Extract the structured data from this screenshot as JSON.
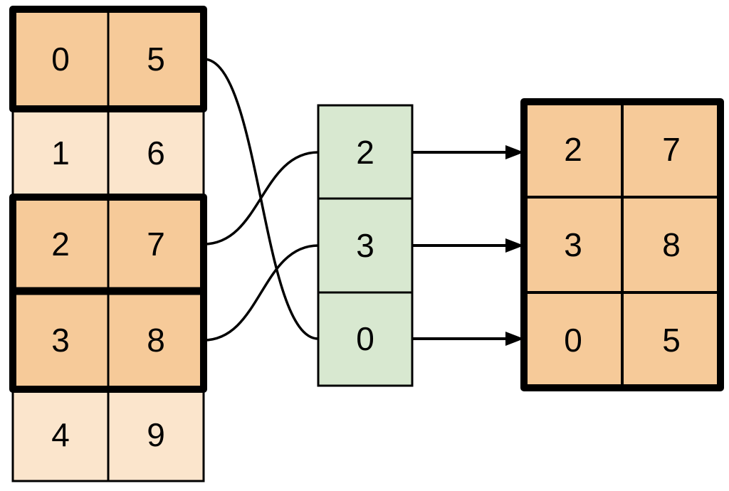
{
  "diagram": {
    "description": "Row gather / indexing operation: highlighted rows of a source table are selected by an index column and copied into an output table",
    "colors": {
      "highlight_fill": "#F6CA99",
      "muted_fill": "#FBE5CC",
      "index_fill": "#D8E8D0",
      "stroke": "#000000",
      "background": "#FFFFFF"
    },
    "source_table": {
      "columns": 2,
      "rows": [
        {
          "cells": [
            "0",
            "5"
          ],
          "highlighted": true
        },
        {
          "cells": [
            "1",
            "6"
          ],
          "highlighted": false
        },
        {
          "cells": [
            "2",
            "7"
          ],
          "highlighted": true
        },
        {
          "cells": [
            "3",
            "8"
          ],
          "highlighted": true
        },
        {
          "cells": [
            "4",
            "9"
          ],
          "highlighted": false
        }
      ]
    },
    "index_column": {
      "values": [
        "2",
        "3",
        "0"
      ]
    },
    "output_table": {
      "columns": 2,
      "rows": [
        {
          "cells": [
            "2",
            "7"
          ]
        },
        {
          "cells": [
            "3",
            "8"
          ]
        },
        {
          "cells": [
            "0",
            "5"
          ]
        }
      ]
    },
    "flow": {
      "curves": [
        {
          "from_source_row": 0,
          "to_index_cell": 2
        },
        {
          "from_source_row": 2,
          "to_index_cell": 0
        },
        {
          "from_source_row": 3,
          "to_index_cell": 1
        }
      ],
      "arrows": [
        {
          "from_index_cell": 0,
          "to_output_row": 0
        },
        {
          "from_index_cell": 1,
          "to_output_row": 1
        },
        {
          "from_index_cell": 2,
          "to_output_row": 2
        }
      ]
    }
  }
}
